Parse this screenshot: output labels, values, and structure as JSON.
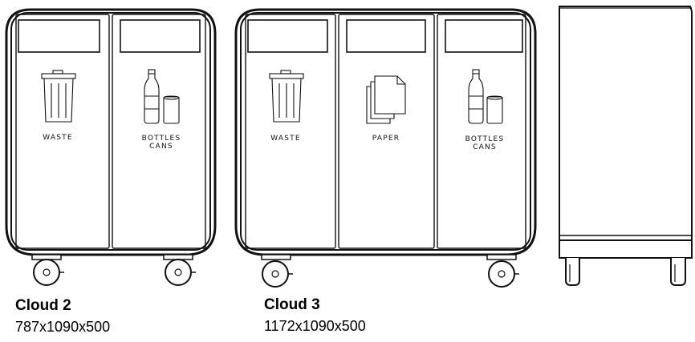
{
  "products": [
    {
      "name": "Cloud 2",
      "dimensions": "787x1090x500",
      "compartments": [
        {
          "icon": "trash-can-icon",
          "label_lines": [
            "WASTE"
          ]
        },
        {
          "icon": "bottle-can-icon",
          "label_lines": [
            "BOTTLES",
            "CANS"
          ]
        }
      ]
    },
    {
      "name": "Cloud 3",
      "dimensions": "1172x1090x500",
      "compartments": [
        {
          "icon": "trash-can-icon",
          "label_lines": [
            "WASTE"
          ]
        },
        {
          "icon": "paper-stack-icon",
          "label_lines": [
            "PAPER"
          ]
        },
        {
          "icon": "bottle-can-icon",
          "label_lines": [
            "BOTTLES",
            "CANS"
          ]
        }
      ]
    }
  ]
}
